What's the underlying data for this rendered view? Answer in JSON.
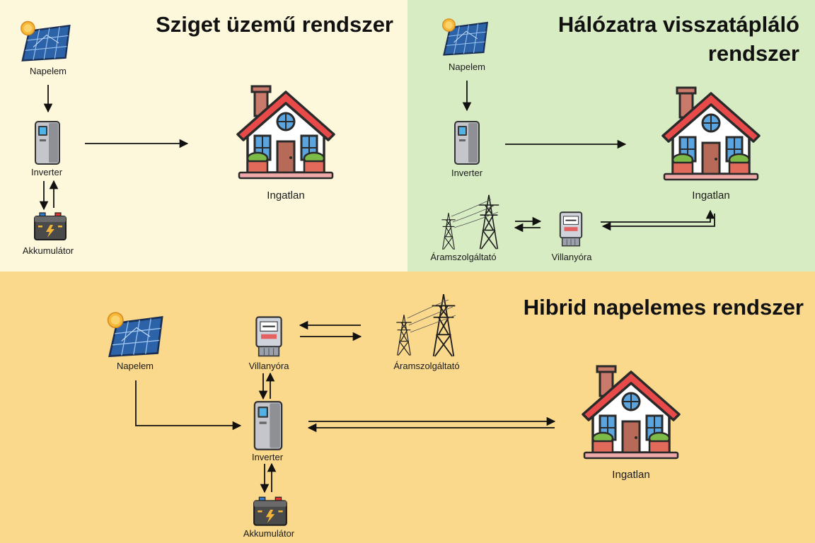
{
  "offgrid": {
    "title": "Sziget üzemű rendszer",
    "labels": {
      "panel": "Napelem",
      "inverter": "Inverter",
      "battery": "Akkumulátor",
      "house": "Ingatlan"
    }
  },
  "grid": {
    "title_line1": "Hálózatra visszatápláló",
    "title_line2": "rendszer",
    "labels": {
      "panel": "Napelem",
      "inverter": "Inverter",
      "house": "Ingatlan",
      "utility": "Áramszolgáltató",
      "meter": "Villanyóra"
    }
  },
  "hybrid": {
    "title": "Hibrid napelemes rendszer",
    "labels": {
      "panel": "Napelem",
      "meter": "Villanyóra",
      "utility": "Áramszolgáltató",
      "inverter": "Inverter",
      "battery": "Akkumulátor",
      "house": "Ingatlan"
    }
  },
  "colors": {
    "offgrid_bg": "#fdf8dc",
    "grid_bg": "#d8ecc4",
    "hybrid_bg": "#fad98c",
    "roof": "#e84a4a",
    "house_wall": "#ffffff",
    "window": "#5aa5e0",
    "door": "#b86a58",
    "solar_cell": "#2c63a8",
    "sun": "#f5b93a"
  }
}
